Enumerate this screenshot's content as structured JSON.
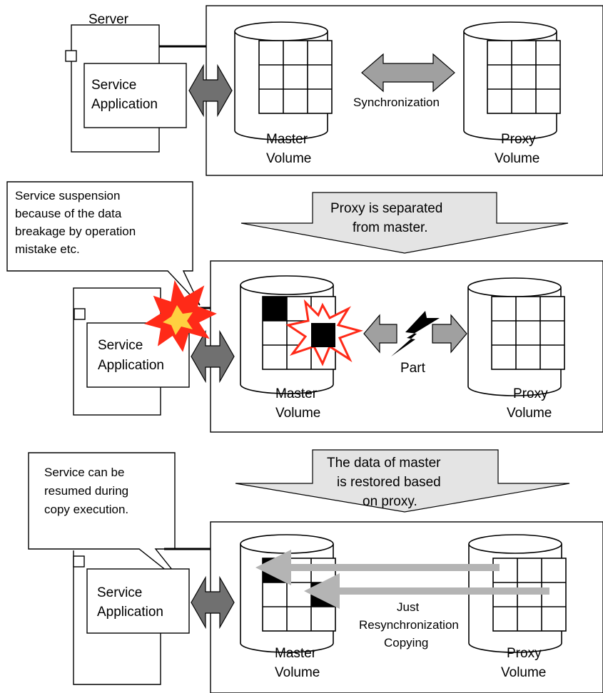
{
  "colors": {
    "background": "#ffffff",
    "stroke": "#000000",
    "connector_arrow": "#707070",
    "sync_arrow": "#a0a0a0",
    "banner_fill": "#e4e4e4",
    "copy_line": "#b4b4b4",
    "burst_fill": "#ff2a18",
    "burst_core": "#ffd040",
    "filled_block": "#000000"
  },
  "panel1": {
    "server_label": "Server",
    "service_line1": "Service",
    "service_line2": "Application",
    "master_line1": "Master",
    "master_line2": "Volume",
    "proxy_line1": "Proxy",
    "proxy_line2": "Volume",
    "sync_label": "Synchronization"
  },
  "transition1": {
    "line1": "Proxy is separated",
    "line2": "from master."
  },
  "callout1": {
    "line1": "Service suspension",
    "line2": "because of the data",
    "line3": "breakage by operation",
    "line4": "mistake etc."
  },
  "panel2": {
    "service_line1": "Service",
    "service_line2": "Application",
    "master_line1": "Master",
    "master_line2": "Volume",
    "proxy_line1": "Proxy",
    "proxy_line2": "Volume",
    "part_label": "Part"
  },
  "transition2": {
    "line1": "The data of master",
    "line2": "is restored based",
    "line3": "on proxy."
  },
  "callout2": {
    "line1": "Service can be",
    "line2": "resumed during",
    "line3": "copy execution."
  },
  "panel3": {
    "service_line1": "Service",
    "service_line2": "Application",
    "master_line1": "Master",
    "master_line2": "Volume",
    "proxy_line1": "Proxy",
    "proxy_line2": "Volume",
    "copy_line1": "Just",
    "copy_line2": "Resynchronization",
    "copy_line3": "Copying"
  }
}
